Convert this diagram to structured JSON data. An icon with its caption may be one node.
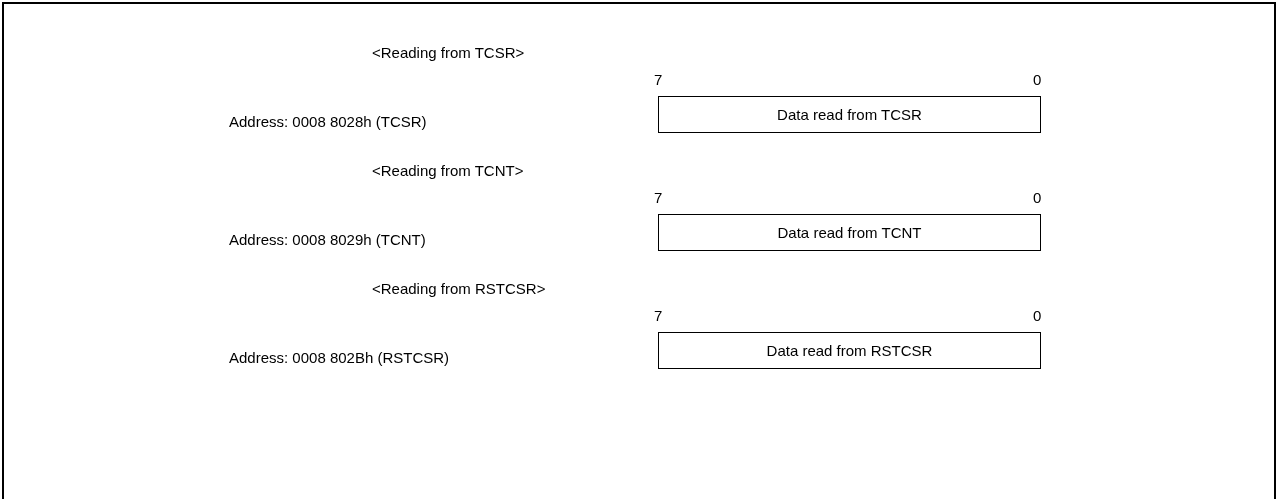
{
  "diagram": {
    "nodes": [
      {
        "text": [
          "Data read from TCSR"
        ]
      },
      {
        "text": [
          "Data read from TCNT"
        ]
      },
      {
        "text": [
          "Data read from RSTCSR"
        ]
      }
    ],
    "labels": [
      "<Reading from TCSR>",
      "7",
      "0",
      "Address: 0008 8028h (TCSR)",
      "<Reading from TCNT>",
      "7",
      "0",
      "Address: 0008 8029h (TCNT)",
      "<Reading from RSTCSR>",
      "7",
      "0",
      "Address: 0008 802Bh (RSTCSR)"
    ]
  }
}
